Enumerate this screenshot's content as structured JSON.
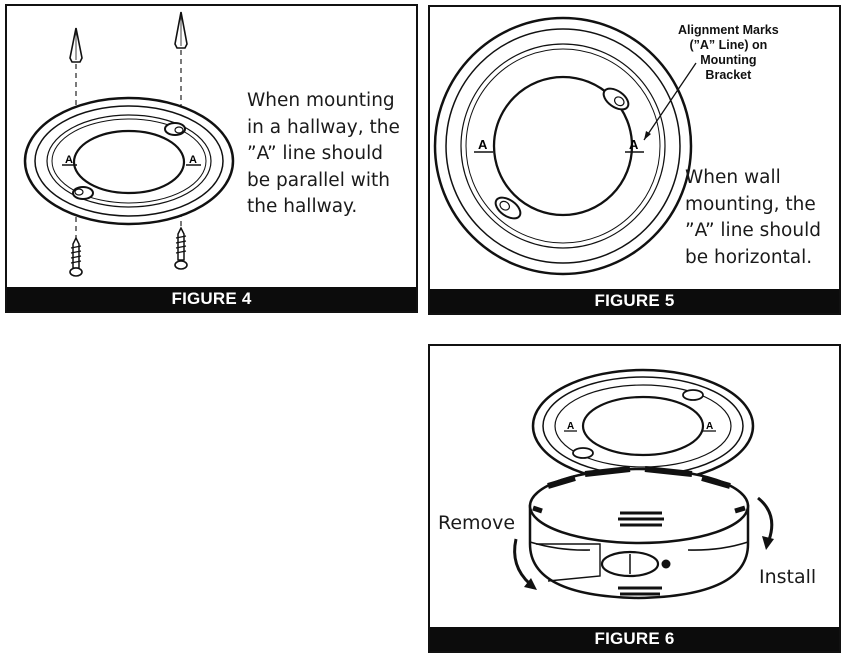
{
  "figure4": {
    "caption": "FIGURE 4",
    "text_lines": [
      "When mounting",
      "in a hallway, the",
      "”A” line should",
      "be parallel with",
      "the hallway."
    ],
    "mark_labels": [
      "A",
      "A"
    ]
  },
  "figure5": {
    "caption": "FIGURE 5",
    "callout_lines": [
      "Alignment Marks",
      "(”A” Line) on",
      "Mounting",
      "Bracket"
    ],
    "text_lines": [
      "When wall",
      "mounting, the",
      "”A” line should",
      "be horizontal."
    ],
    "mark_labels": [
      "A",
      "A"
    ]
  },
  "figure6": {
    "caption": "FIGURE 6",
    "remove_label": "Remove",
    "install_label": "Install",
    "mark_labels": [
      "A",
      "A"
    ]
  }
}
